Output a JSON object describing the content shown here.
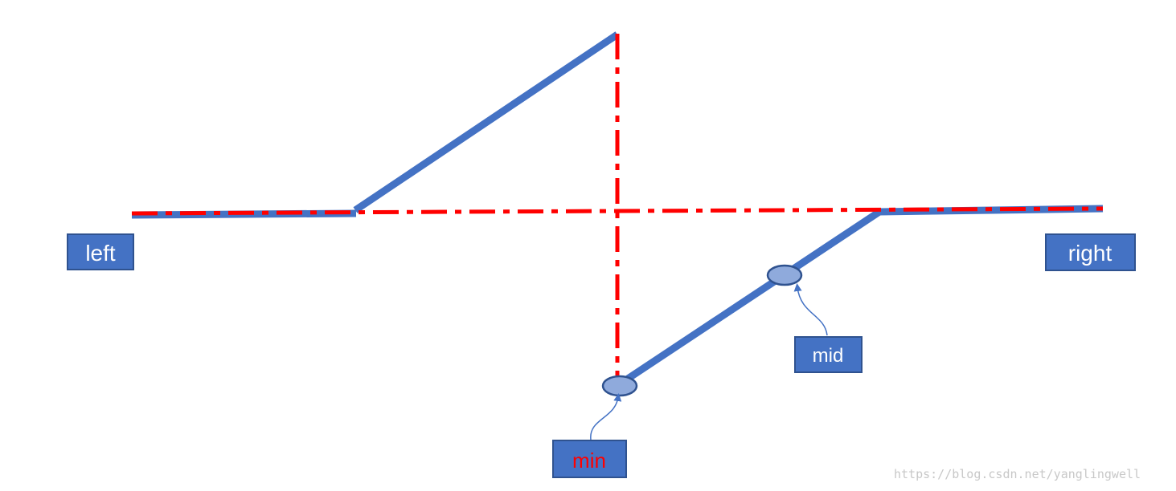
{
  "labels": {
    "left": "left",
    "right": "right",
    "mid": "mid",
    "min": "min"
  },
  "watermark": "https://blog.csdn.net/yanglingwell",
  "colors": {
    "curve": "#4472C4",
    "axis": "#FF0000",
    "label_box_fill": "#4472C4",
    "label_box_border": "#2F528F",
    "label_text": "#FFFFFF",
    "min_label_text": "#FF0000",
    "point_fill": "#8FAADC",
    "point_border": "#2F528F",
    "arrow": "#4472C4",
    "watermark": "#C8C8C8"
  }
}
